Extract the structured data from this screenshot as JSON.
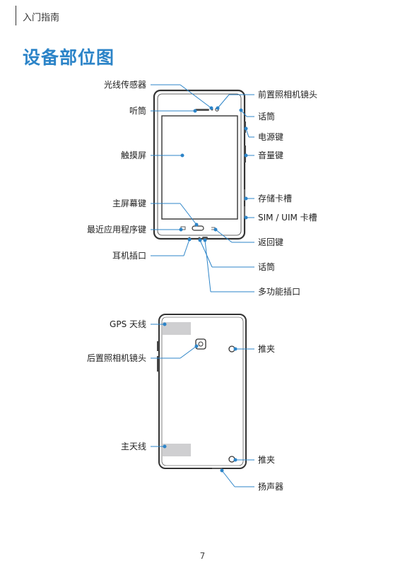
{
  "header": {
    "section": "入门指南"
  },
  "title": "设备部位图",
  "front_labels": {
    "light_sensor": "光线传感器",
    "earpiece": "听筒",
    "touchscreen": "触摸屏",
    "home_key": "主屏幕键",
    "recent_apps_key": "最近应用程序键",
    "headset_jack": "耳机插口",
    "front_camera": "前置照相机镜头",
    "mic_top": "话筒",
    "power_key": "电源键",
    "volume_key": "音量键",
    "memory_card_tray": "存储卡槽",
    "sim_tray": "SIM / UIM 卡槽",
    "back_key": "返回键",
    "mic_bottom": "话筒",
    "multipurpose_jack": "多功能插口"
  },
  "back_labels": {
    "gps_antenna": "GPS 天线",
    "rear_camera": "后置照相机镜头",
    "main_antenna": "主天线",
    "clip_top": "推夹",
    "clip_bottom": "推夹",
    "speaker": "扬声器"
  },
  "colors": {
    "accent": "#2c84c8",
    "antenna": "#cfcfd1"
  },
  "page_number": "7"
}
